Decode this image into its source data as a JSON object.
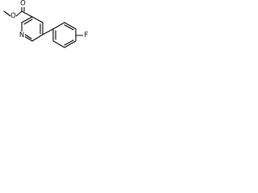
{
  "atom_labels": {
    "ester_carbonyl_oxygen": "O",
    "ester_ether_oxygen": "O",
    "pyridine_nitrogen": "N",
    "fluorine": "F"
  }
}
